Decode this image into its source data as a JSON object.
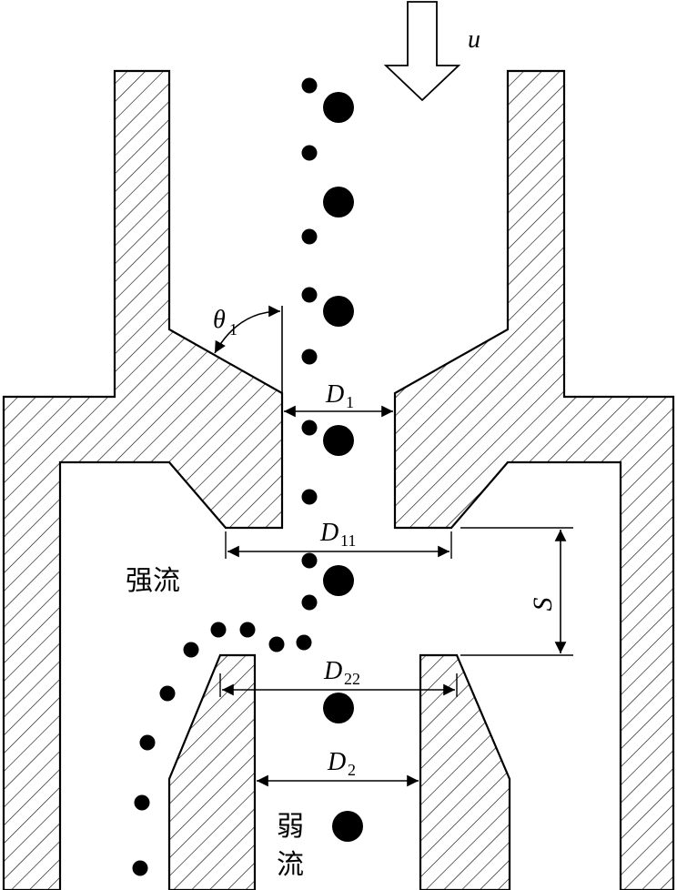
{
  "labels": {
    "flow": "u",
    "angle": "θ",
    "angle_sub": "1",
    "d1": "D",
    "d1_sub": "1",
    "d11": "D",
    "d11_sub": "11",
    "d22": "D",
    "d22_sub": "22",
    "d2": "D",
    "d2_sub": "2",
    "spacing": "S",
    "strong_flow": "强流",
    "weak_flow_1": "弱",
    "weak_flow_2": "流"
  },
  "colors": {
    "line": "#000000",
    "background": "#ffffff"
  }
}
